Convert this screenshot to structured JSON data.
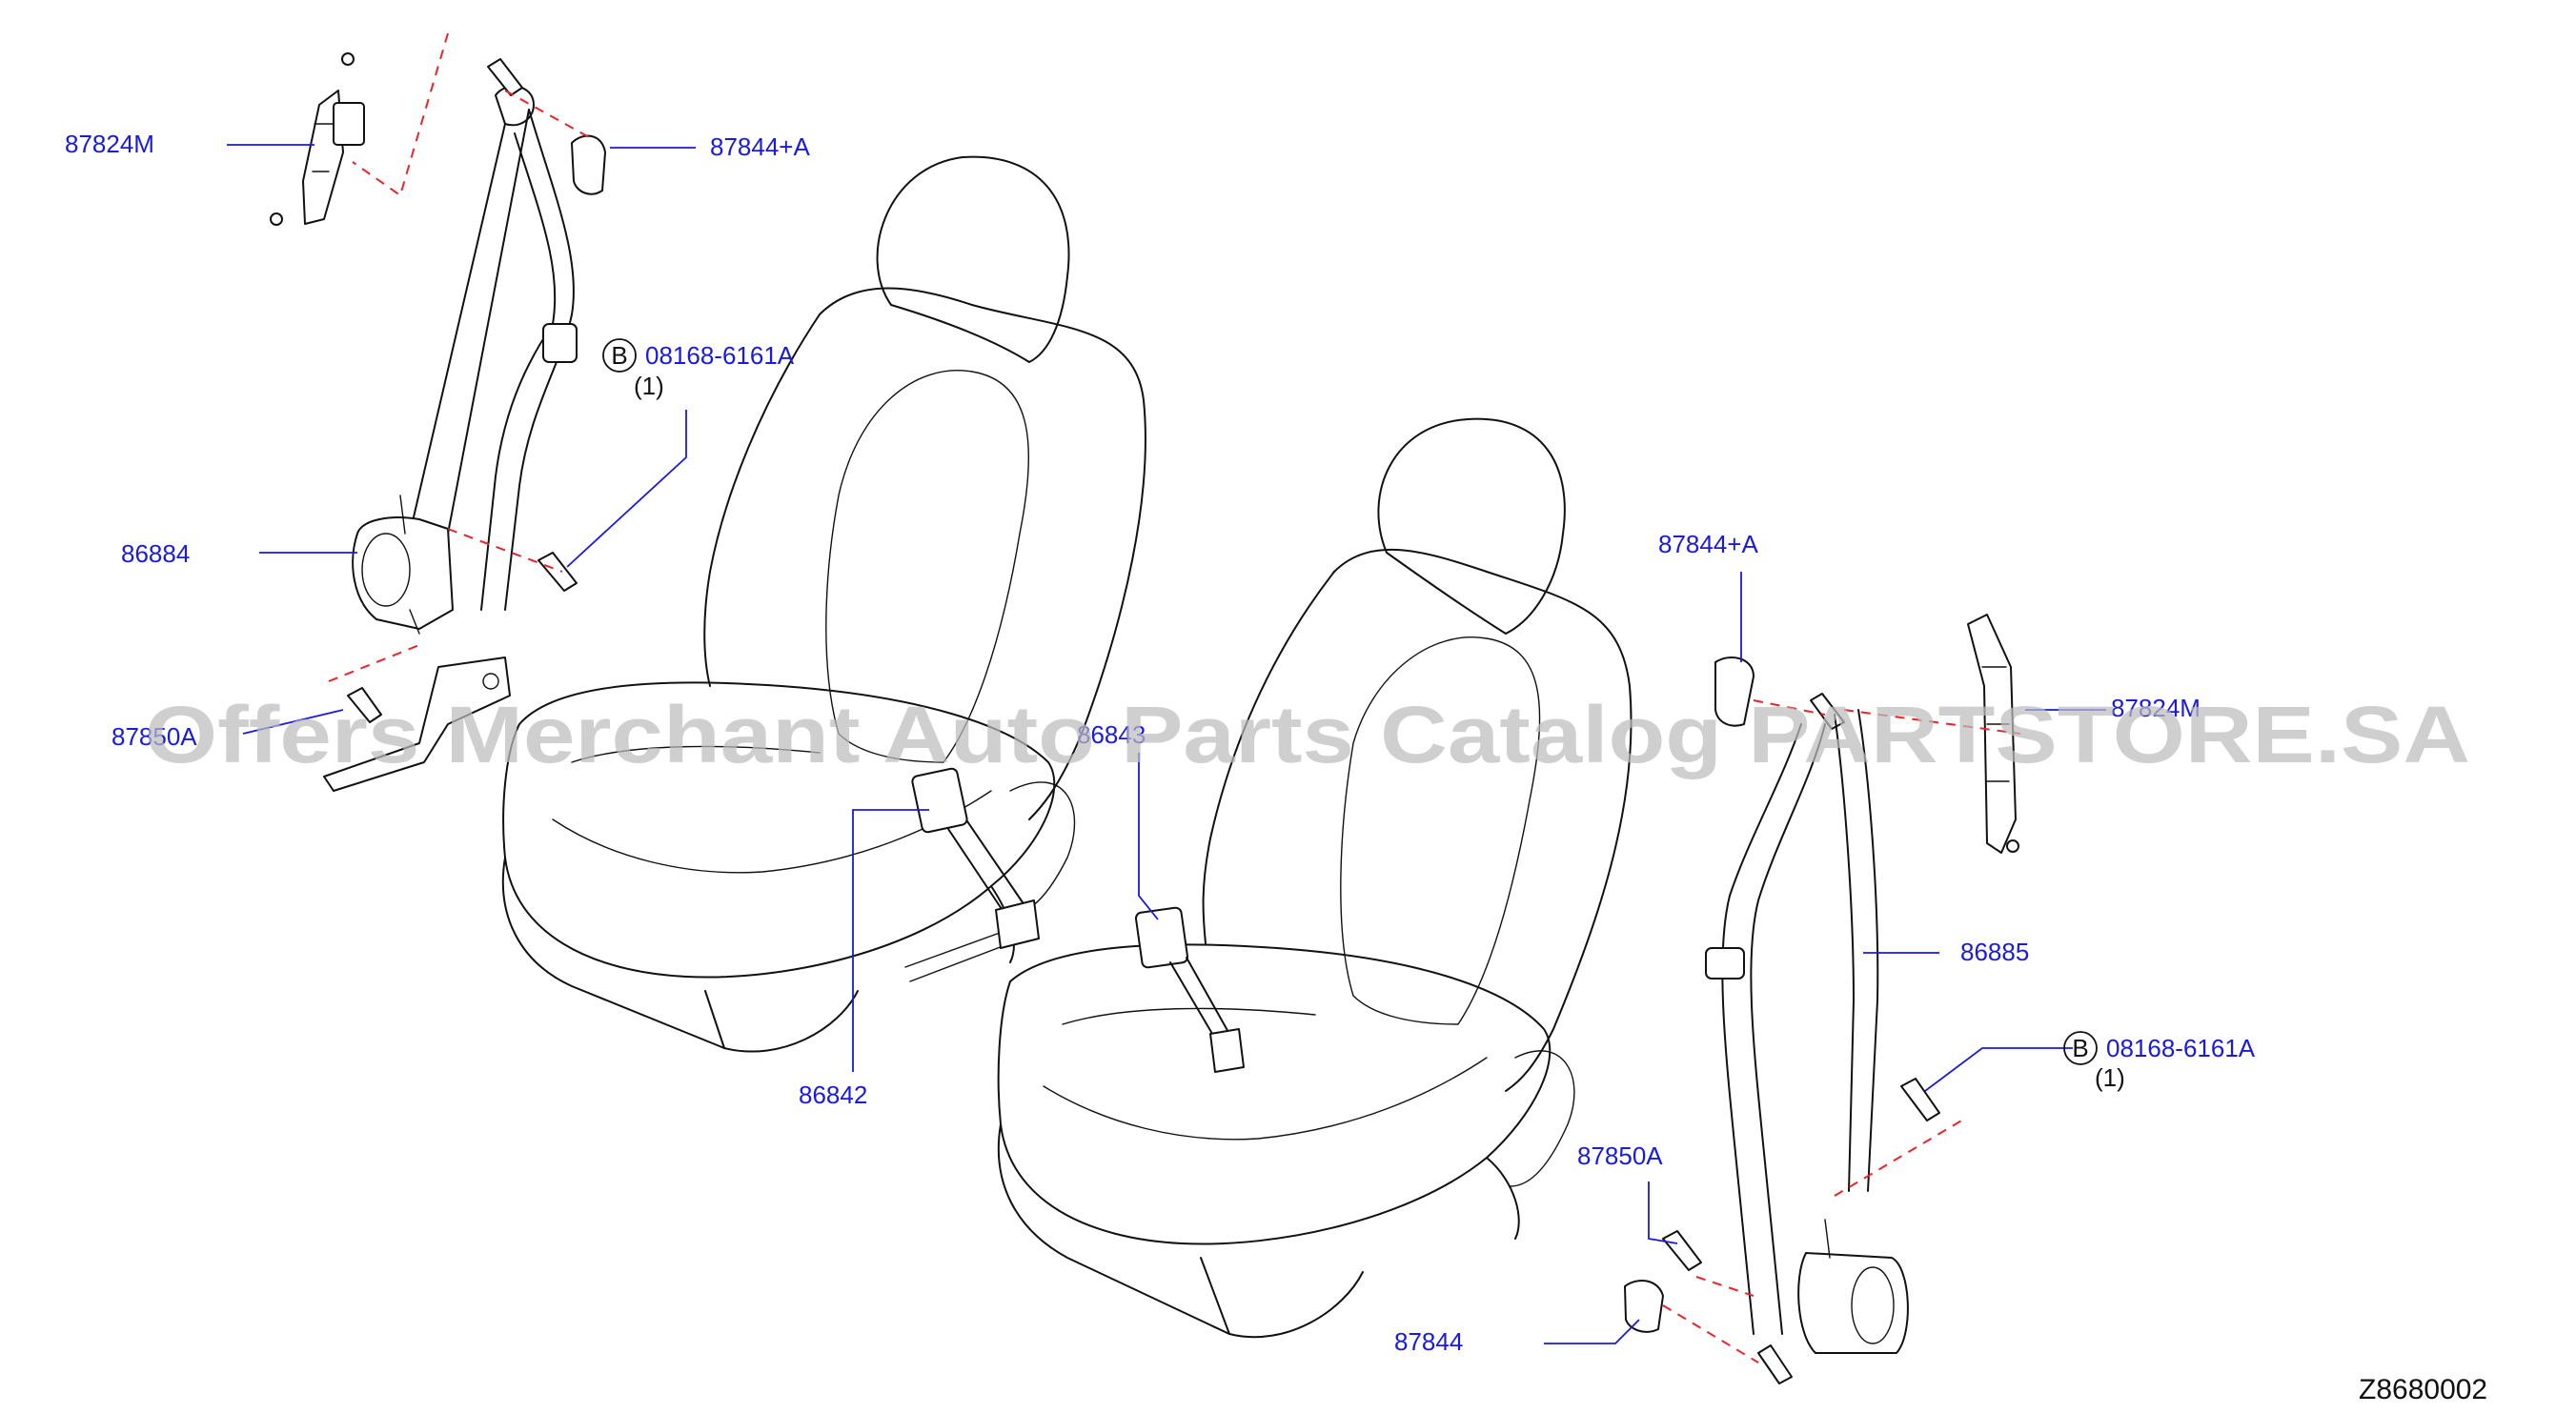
{
  "diagram_number": "Z8680002",
  "watermark": "Offers Merchant Auto Parts Catalog PARTSTORE.SA",
  "callouts": {
    "upper_anchor_left": "87824M",
    "anchor_cover_left": "87844+A",
    "bolt_left_code": "08168-6161A",
    "bolt_left_qty": "(1)",
    "bolt_symbol": "B",
    "belt_left": "86884",
    "lower_anchor_left": "87850A",
    "buckle_left": "86842",
    "buckle_right": "86843",
    "anchor_cover_right": "87844+A",
    "upper_anchor_right": "87824M",
    "belt_right": "86885",
    "bolt_right_code": "08168-6161A",
    "bolt_right_qty": "(1)",
    "lower_anchor_right": "87850A",
    "lower_cover_right": "87844"
  }
}
